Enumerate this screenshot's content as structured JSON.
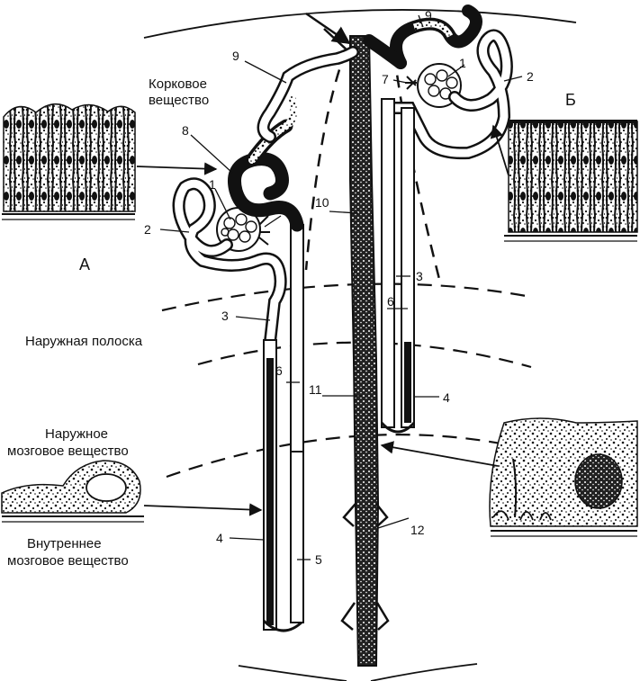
{
  "regions": {
    "cortex": "Корковое\nвещество",
    "outer_stripe": "Наружная полоска",
    "outer_medulla": "Наружное\nмозговое вещество",
    "inner_medulla": "Внутреннее\nмозговое вещество"
  },
  "panels": {
    "a": "А",
    "b": "Б"
  },
  "numbers": {
    "n1": "1",
    "n2": "2",
    "n3": "3",
    "n4": "4",
    "n5": "5",
    "n6": "6",
    "n7": "7",
    "n8": "8",
    "n9": "9",
    "n10": "10",
    "n11": "11",
    "n12": "12"
  },
  "colors": {
    "ink": "#111111",
    "paper": "#ffffff"
  }
}
